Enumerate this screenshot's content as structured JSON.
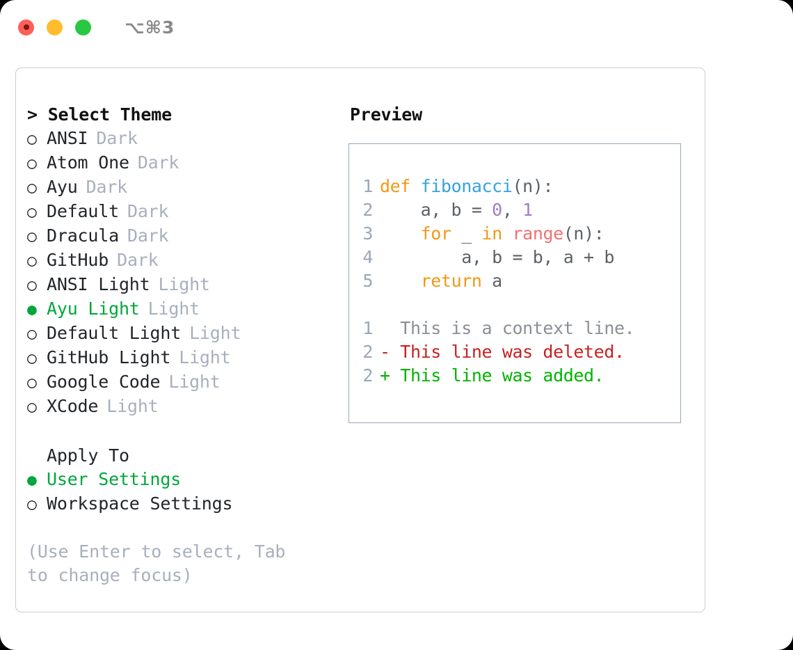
{
  "window": {
    "shortcut": "⌥⌘3",
    "traffic_lights": [
      {
        "name": "close",
        "color": "#ff5f57"
      },
      {
        "name": "minimize",
        "color": "#ffbd2e"
      },
      {
        "name": "zoom",
        "color": "#28c840"
      }
    ]
  },
  "left": {
    "heading": "> Select Theme",
    "themes": [
      {
        "marker": "○",
        "name": "ANSI",
        "kind": "Dark",
        "selected": false
      },
      {
        "marker": "○",
        "name": "Atom One",
        "kind": "Dark",
        "selected": false
      },
      {
        "marker": "○",
        "name": "Ayu",
        "kind": "Dark",
        "selected": false
      },
      {
        "marker": "○",
        "name": "Default",
        "kind": "Dark",
        "selected": false
      },
      {
        "marker": "○",
        "name": "Dracula",
        "kind": "Dark",
        "selected": false
      },
      {
        "marker": "○",
        "name": "GitHub",
        "kind": "Dark",
        "selected": false
      },
      {
        "marker": "○",
        "name": "ANSI Light",
        "kind": "Light",
        "selected": false
      },
      {
        "marker": "●",
        "name": "Ayu Light",
        "kind": "Light",
        "selected": true
      },
      {
        "marker": "○",
        "name": "Default Light",
        "kind": "Light",
        "selected": false
      },
      {
        "marker": "○",
        "name": "GitHub Light",
        "kind": "Light",
        "selected": false
      },
      {
        "marker": "○",
        "name": "Google Code",
        "kind": "Light",
        "selected": false
      },
      {
        "marker": "○",
        "name": "XCode",
        "kind": "Light",
        "selected": false
      }
    ],
    "apply_to": {
      "title": "Apply To",
      "options": [
        {
          "marker": "●",
          "name": "User Settings",
          "selected": true
        },
        {
          "marker": "○",
          "name": "Workspace Settings",
          "selected": false
        }
      ]
    },
    "hint": "(Use Enter to select, Tab to change focus)"
  },
  "preview": {
    "title": "Preview",
    "code": [
      {
        "no": "1",
        "tokens": [
          {
            "t": "def ",
            "c": "kw"
          },
          {
            "t": "fibonacci",
            "c": "fn"
          },
          {
            "t": "(n):",
            "c": "plain"
          }
        ]
      },
      {
        "no": "2",
        "tokens": [
          {
            "t": "    a, b = ",
            "c": "plain"
          },
          {
            "t": "0",
            "c": "num"
          },
          {
            "t": ", ",
            "c": "plain"
          },
          {
            "t": "1",
            "c": "num"
          }
        ]
      },
      {
        "no": "3",
        "tokens": [
          {
            "t": "    ",
            "c": "plain"
          },
          {
            "t": "for",
            "c": "kw"
          },
          {
            "t": " _ ",
            "c": "plain"
          },
          {
            "t": "in",
            "c": "kw"
          },
          {
            "t": " ",
            "c": "plain"
          },
          {
            "t": "range",
            "c": "call"
          },
          {
            "t": "(n):",
            "c": "plain"
          }
        ]
      },
      {
        "no": "4",
        "tokens": [
          {
            "t": "        a, b = b, a + b",
            "c": "plain"
          }
        ]
      },
      {
        "no": "5",
        "tokens": [
          {
            "t": "    ",
            "c": "plain"
          },
          {
            "t": "return",
            "c": "kw"
          },
          {
            "t": " a",
            "c": "plain"
          }
        ]
      }
    ],
    "diff": [
      {
        "no": "1",
        "text": "  This is a context line.",
        "kind": "ctx"
      },
      {
        "no": "2",
        "text": "- This line was deleted.",
        "kind": "del"
      },
      {
        "no": "2",
        "text": "+ This line was added.",
        "kind": "add"
      }
    ]
  },
  "colors": {
    "accent_green": "#00a63c",
    "muted": "#a8b0bd",
    "keyword": "#f29718",
    "function": "#36a3d9",
    "number": "#a37acc",
    "call": "#f07171",
    "diff_add": "#00b300",
    "diff_del": "#c92020",
    "panel_border": "#c9ccd1",
    "preview_border": "#9aa7b8"
  }
}
